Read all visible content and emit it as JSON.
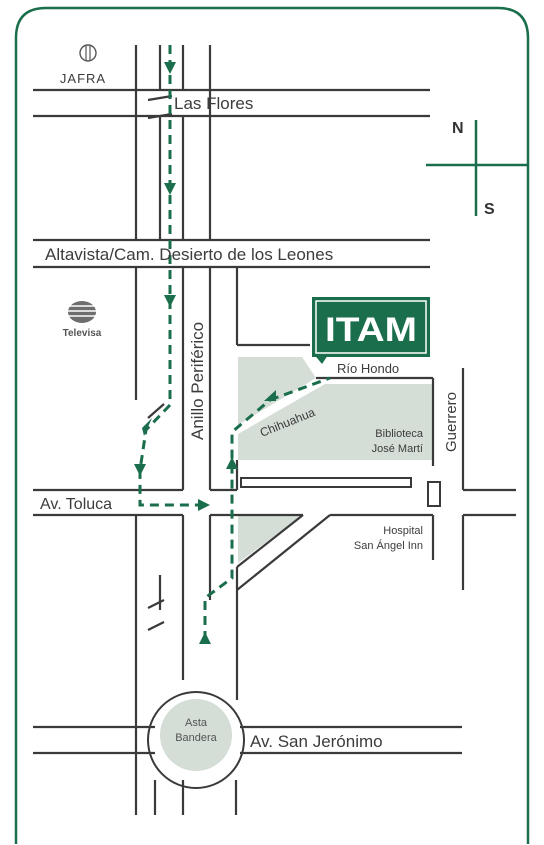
{
  "map": {
    "streets": {
      "las_flores": "Las Flores",
      "altavista": "Altavista/Cam. Desierto de los Leones",
      "periferico": "Anillo Periférico",
      "rio_hondo": "Río Hondo",
      "chihuahua": "Chihuahua",
      "guerrero": "Guerrero",
      "toluca": "Av. Toluca",
      "san_jeronimo": "Av. San Jerónimo"
    },
    "landmarks": {
      "jafra": "JAFRA",
      "televisa": "Televisa",
      "itam": "ITAM",
      "biblioteca_line1": "Biblioteca",
      "biblioteca_line2": "José Martí",
      "hospital_line1": "Hospital",
      "hospital_line2": "San Ángel Inn",
      "asta_line1": "Asta",
      "asta_line2": "Bandera"
    },
    "compass": {
      "north": "N",
      "south": "S"
    },
    "colors": {
      "frame": "#1a6e4c",
      "route": "#1a6e4c",
      "block": "#d4ddd6",
      "road": "#3a3a3a",
      "itam_box": "#1a6e4c"
    }
  }
}
